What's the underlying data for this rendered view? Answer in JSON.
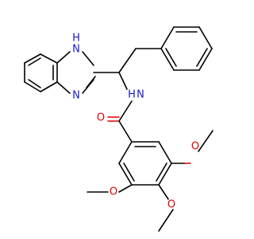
{
  "colors": {
    "bond": "#000000",
    "nitrogen": "#1a1acc",
    "oxygen": "#e00000",
    "background": "#ffffff"
  },
  "atoms": {
    "nh_imidazole": "H",
    "n_imidazole_top": "N",
    "n_imidazole_bottom": "N",
    "n_amide": "N",
    "h_amide": "H",
    "o_carbonyl": "O",
    "o_methoxy_right": "O",
    "o_methoxy_bottom": "O",
    "o_methoxy_left": "O"
  }
}
